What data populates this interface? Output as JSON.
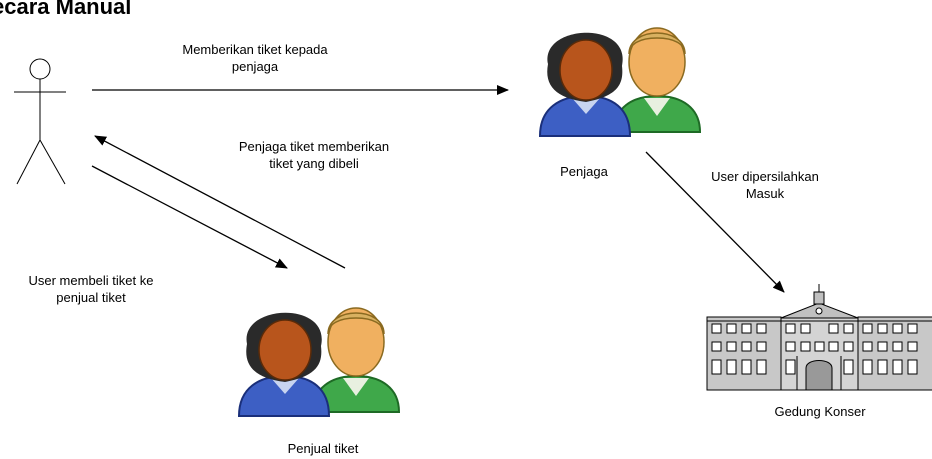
{
  "diagram": {
    "title": "ecara Manual",
    "actors": {
      "user": {
        "name": ""
      },
      "penjaga": {
        "name": "Penjaga"
      },
      "penjual": {
        "name": "Penjual tiket"
      },
      "gedung": {
        "name": "Gedung Konser"
      }
    },
    "flows": {
      "user_to_penjaga": {
        "line1": "Memberikan tiket kepada",
        "line2": "penjaga"
      },
      "penjual_to_user": {
        "line1": "Penjaga tiket memberikan",
        "line2": "tiket yang dibeli"
      },
      "user_to_penjual": {
        "line1": "User membeli tiket ke",
        "line2": "penjual tiket"
      },
      "penjaga_to_gedung": {
        "line1": "User dipersilahkan",
        "line2": "Masuk"
      }
    },
    "colors": {
      "skin_dark": "#b8551c",
      "hair_dark": "#2a2a2a",
      "shirt_blue": "#3d5fc4",
      "skin_light": "#f0b060",
      "hair_light": "#d8b060",
      "shirt_green": "#3fa84a",
      "building": "#c8c8c8"
    }
  }
}
